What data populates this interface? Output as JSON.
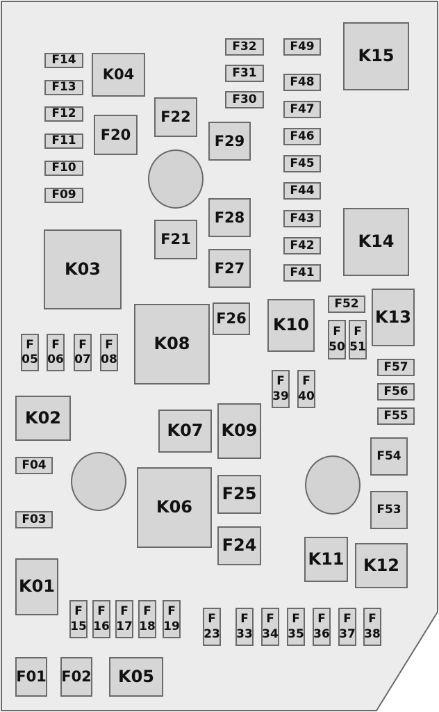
{
  "title": "Fuse box layout",
  "components": [
    "F14",
    "F13",
    "F12",
    "F11",
    "F10",
    "F09",
    "K04",
    "F20",
    "F22",
    "F21",
    "F32",
    "F31",
    "F30",
    "F29",
    "F28",
    "F27",
    "F26",
    "F49",
    "F48",
    "F47",
    "F46",
    "F45",
    "F44",
    "F43",
    "F42",
    "F41",
    "K15",
    "K14",
    "K03",
    "K08",
    "K10",
    "F52",
    "F\n50",
    "F\n51",
    "K13",
    "F\n05",
    "F\n06",
    "F\n07",
    "F\n08",
    "F\n39",
    "F\n40",
    "F57",
    "F56",
    "F55",
    "K02",
    "K07",
    "K09",
    "F04",
    "F03",
    "K06",
    "F25",
    "F24",
    "F54",
    "F53",
    "K11",
    "K12",
    "K01",
    "F\n15",
    "F\n16",
    "F\n17",
    "F\n18",
    "F\n19",
    "F\n23",
    "F\n33",
    "F\n34",
    "F\n35",
    "F\n36",
    "F\n37",
    "F\n38",
    "F01",
    "F02",
    "K05"
  ],
  "colors": {
    "background": "#ececec",
    "component": "#d6d6d6",
    "border": "#6a6a6a"
  }
}
